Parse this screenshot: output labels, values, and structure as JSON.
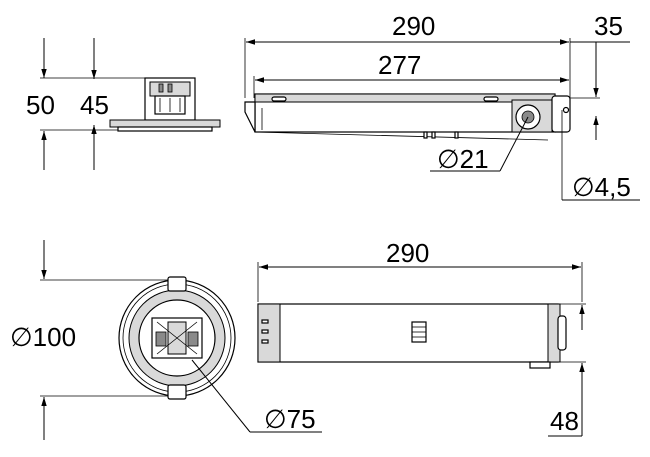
{
  "dimensions": {
    "side_height_50": "50",
    "side_height_45": "45",
    "length_top_290": "290",
    "length_277": "277",
    "offset_35": "35",
    "dia_21": "21",
    "dia_4_5": "4,5",
    "dia_100": "100",
    "dia_75": "75",
    "length_bottom_290": "290",
    "height_48": "48"
  },
  "symbols": {
    "diameter": "∅"
  }
}
